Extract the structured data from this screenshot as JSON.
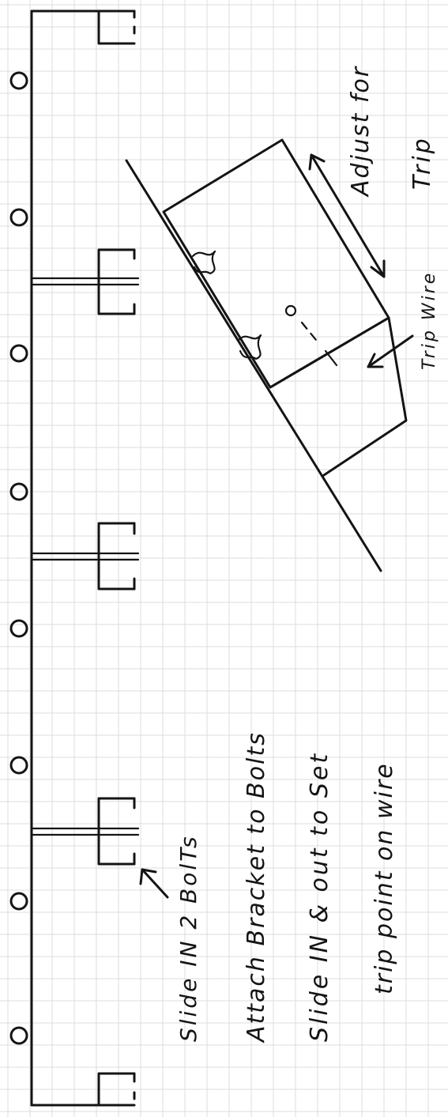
{
  "notes": {
    "adjust_line1": "Adjust for",
    "adjust_line2": "Trip",
    "trip_wire": "Trip Wire",
    "slide_in": "Slide IN 2 BolTs",
    "attach": "Attach Bracket to Bolts",
    "slide_set": "Slide IN & out to Set",
    "trip_point": "trip point on wire"
  },
  "colors": {
    "ink": "#141414",
    "grid": "#dcdcdc",
    "paper": "#ffffff"
  }
}
